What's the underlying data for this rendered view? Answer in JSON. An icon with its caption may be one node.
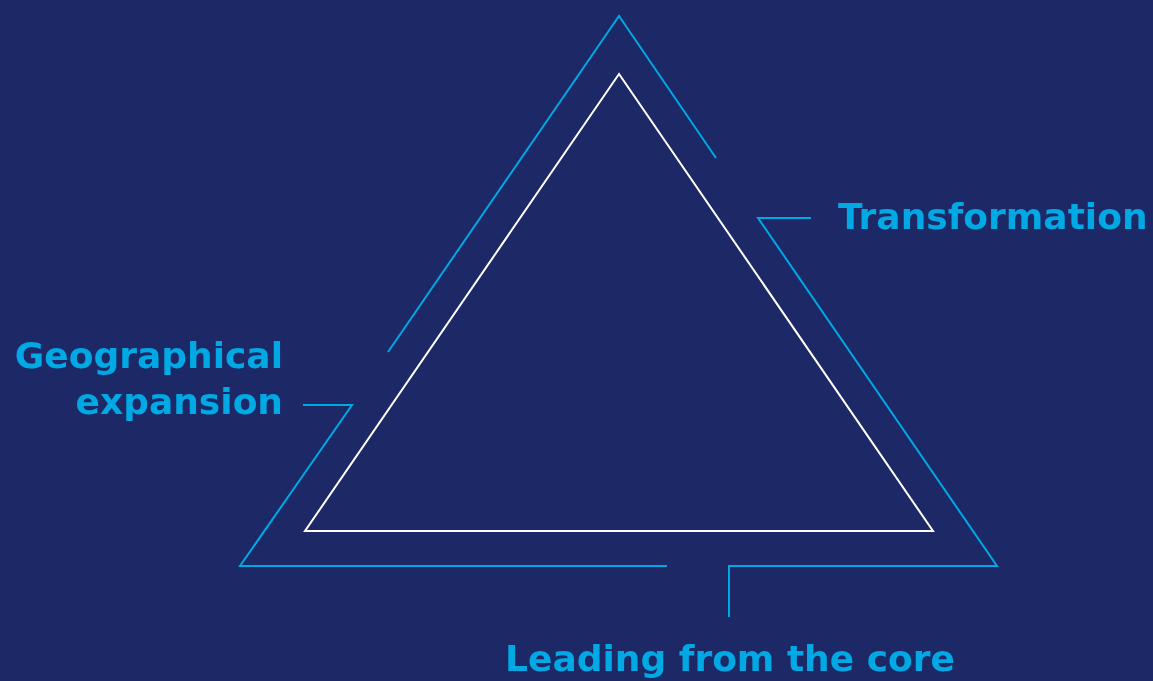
{
  "diagram": {
    "labels": [
      "Transformation",
      "Geographical expansion",
      "Leading from the core"
    ]
  }
}
